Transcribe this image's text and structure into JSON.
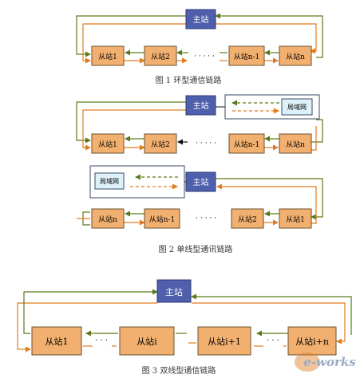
{
  "colors": {
    "master_fill": "#4f5fae",
    "master_text": "#ffffff",
    "slave_fill": "#f2b070",
    "slave_border": "#6a5030",
    "arrow_green": "#5a7a1a",
    "arrow_orange": "#e07b1f",
    "lan_fill": "#dff1f8",
    "panel_border": "#3a4a6a",
    "caption": "#333333"
  },
  "fig1": {
    "master": "主站",
    "slaves": [
      "从站1",
      "从站2",
      "从站n-1",
      "从站n"
    ],
    "ellipsis": "· · · · ·",
    "caption": "图 1  环型通信链路"
  },
  "fig2": {
    "top": {
      "master": "主站",
      "lan": "局域网",
      "slaves": [
        "从站1",
        "从站2",
        "从站n-1",
        "从站n"
      ],
      "ellipsis": "· · · · ·"
    },
    "bottom": {
      "master": "主站",
      "lan": "局域网",
      "slaves": [
        "从站n",
        "从站n-1",
        "从站2",
        "从站1"
      ],
      "ellipsis": "· · · · ·"
    },
    "caption": "图 2 单线型通讯链路"
  },
  "fig3": {
    "master": "主站",
    "slaves": [
      "从站1",
      "从站i",
      "从站i+1",
      "从站i+n"
    ],
    "ellipsis": "· · ·",
    "caption": "图 3 双线型通信链路"
  },
  "watermark": "e-works"
}
